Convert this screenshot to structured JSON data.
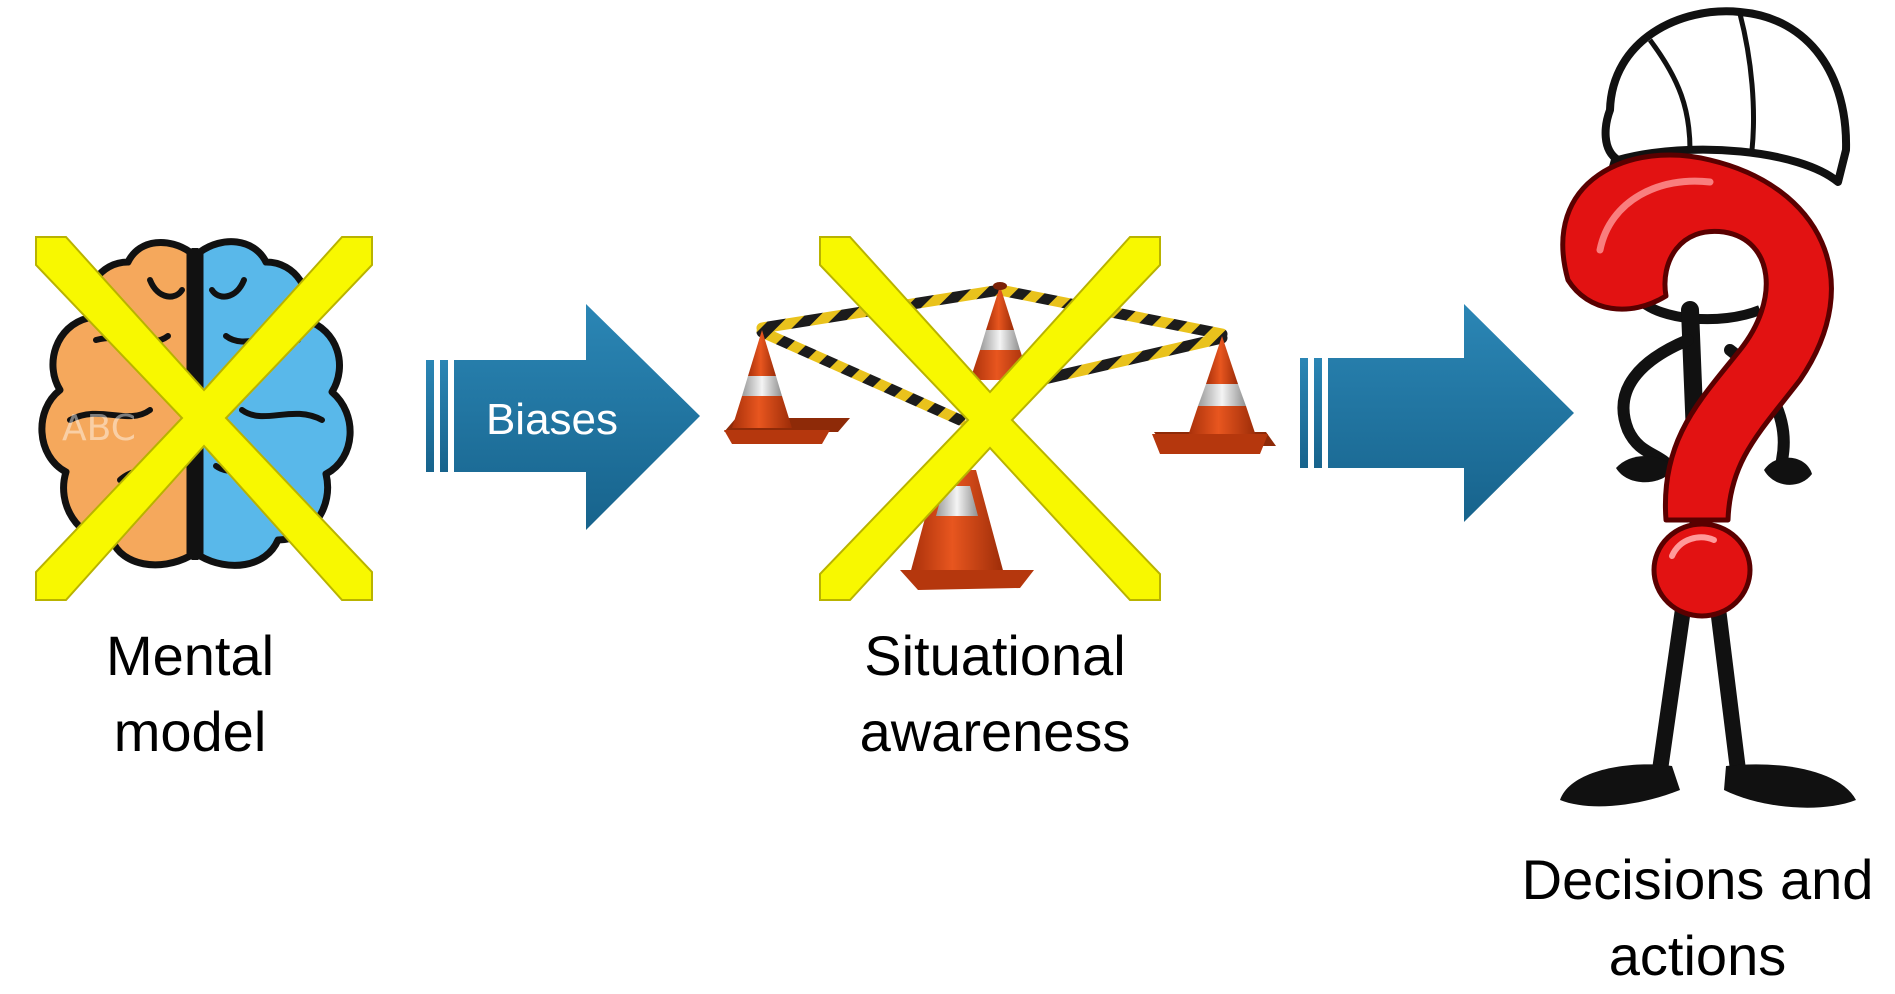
{
  "steps": [
    {
      "line1": "Mental",
      "line2": "model",
      "icon": "brain-icon",
      "crossed": true
    },
    {
      "line1": "Situational",
      "line2": "awareness",
      "icon": "traffic-cones-icon",
      "crossed": true
    },
    {
      "line1": "Decisions and",
      "line2": "actions",
      "icon": "confused-worker-icon",
      "crossed": false
    }
  ],
  "arrows": [
    {
      "label": "Biases"
    },
    {
      "label": ""
    }
  ],
  "colors": {
    "arrow": "#1e74a0",
    "cross": "#f8f800",
    "brain_left": "#f5a85c",
    "brain_right": "#59b8ea",
    "cone": "#d94a1a",
    "question": "#e21212"
  }
}
